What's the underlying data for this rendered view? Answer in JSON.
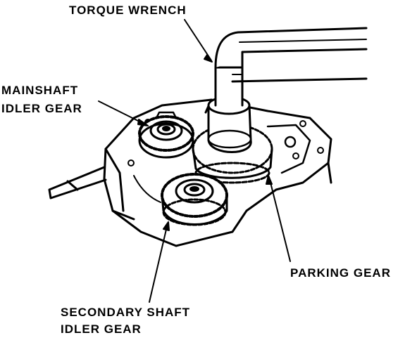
{
  "labels": {
    "torque_wrench": "TORQUE WRENCH",
    "mainshaft_line1": "MAINSHAFT",
    "mainshaft_line2": "IDLER GEAR",
    "parking_gear": "PARKING GEAR",
    "secondary_line1": "SECONDARY SHAFT",
    "secondary_line2": "IDLER GEAR"
  },
  "colors": {
    "ink": "#000000",
    "paper": "#ffffff"
  }
}
